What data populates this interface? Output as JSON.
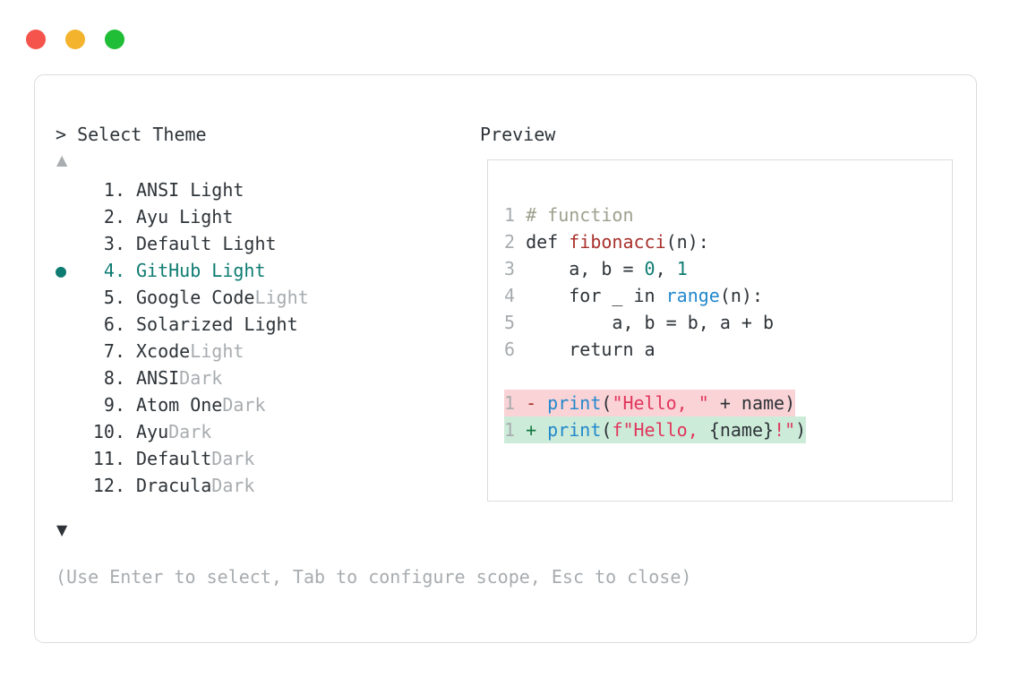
{
  "window": {
    "dots": [
      {
        "name": "close",
        "color": "#f4544c"
      },
      {
        "name": "minimize",
        "color": "#f3b32c"
      },
      {
        "name": "maximize",
        "color": "#20bd37"
      }
    ]
  },
  "left_panel": {
    "prompt": "> Select Theme",
    "scroll_up_icon": "▲",
    "scroll_down_icon": "▼",
    "selected_index": 4,
    "marker_glyph": "●",
    "items": [
      {
        "num": "1.",
        "name": "ANSI Light",
        "suffix": "",
        "selected": false
      },
      {
        "num": "2.",
        "name": "Ayu Light",
        "suffix": "",
        "selected": false
      },
      {
        "num": "3.",
        "name": "Default Light",
        "suffix": "",
        "selected": false
      },
      {
        "num": "4.",
        "name": "GitHub Light",
        "suffix": "",
        "selected": true
      },
      {
        "num": "5.",
        "name": "Google Code",
        "suffix": "Light",
        "selected": false
      },
      {
        "num": "6.",
        "name": "Solarized Light",
        "suffix": "",
        "selected": false
      },
      {
        "num": "7.",
        "name": "Xcode",
        "suffix": "Light",
        "selected": false
      },
      {
        "num": "8.",
        "name": "ANSI",
        "suffix": "Dark",
        "selected": false
      },
      {
        "num": "9.",
        "name": "Atom One",
        "suffix": "Dark",
        "selected": false
      },
      {
        "num": "10.",
        "name": "Ayu",
        "suffix": "Dark",
        "selected": false
      },
      {
        "num": "11.",
        "name": "Default",
        "suffix": "Dark",
        "selected": false
      },
      {
        "num": "12.",
        "name": "Dracula",
        "suffix": "Dark",
        "selected": false
      }
    ],
    "hint": "(Use Enter to select, Tab to configure scope, Esc to close)"
  },
  "right_panel": {
    "label": "Preview",
    "code_lines": [
      {
        "ln": "1",
        "tokens": [
          {
            "t": " # function",
            "c": "comment"
          }
        ]
      },
      {
        "ln": "2",
        "tokens": [
          {
            "t": " def ",
            "c": "kw"
          },
          {
            "t": "fibonacci",
            "c": "fn"
          },
          {
            "t": "(n):",
            "c": "punc"
          }
        ]
      },
      {
        "ln": "3",
        "tokens": [
          {
            "t": "     a, b = ",
            "c": "plain"
          },
          {
            "t": "0",
            "c": "num"
          },
          {
            "t": ", ",
            "c": "plain"
          },
          {
            "t": "1",
            "c": "num"
          }
        ]
      },
      {
        "ln": "4",
        "tokens": [
          {
            "t": "     for _ in ",
            "c": "plain"
          },
          {
            "t": "range",
            "c": "builtin"
          },
          {
            "t": "(n):",
            "c": "punc"
          }
        ]
      },
      {
        "ln": "5",
        "tokens": [
          {
            "t": "         a, b = b, a + b",
            "c": "plain"
          }
        ]
      },
      {
        "ln": "6",
        "tokens": [
          {
            "t": "     return a",
            "c": "plain"
          }
        ]
      }
    ],
    "diff_lines": [
      {
        "ln": "1",
        "sign": "-",
        "kind": "del",
        "tokens": [
          {
            "t": "print",
            "c": "call"
          },
          {
            "t": "(",
            "c": "punc"
          },
          {
            "t": "\"Hello, \"",
            "c": "str"
          },
          {
            "t": " + name)",
            "c": "plain"
          }
        ]
      },
      {
        "ln": "1",
        "sign": "+",
        "kind": "add",
        "tokens": [
          {
            "t": "print",
            "c": "call"
          },
          {
            "t": "(",
            "c": "punc"
          },
          {
            "t": "f\"Hello, ",
            "c": "str"
          },
          {
            "t": "{name}",
            "c": "plain"
          },
          {
            "t": "!\"",
            "c": "str"
          },
          {
            "t": ")",
            "c": "punc"
          }
        ]
      }
    ]
  },
  "colors": {
    "accent_teal": "#0e7c72",
    "diff_del_bg": "#fad3d6",
    "diff_add_bg": "#cdebd9",
    "string": "#e0365c",
    "builtin": "#2288cc",
    "function": "#a8312c",
    "muted": "#a8acaf",
    "text": "#2d3338"
  }
}
